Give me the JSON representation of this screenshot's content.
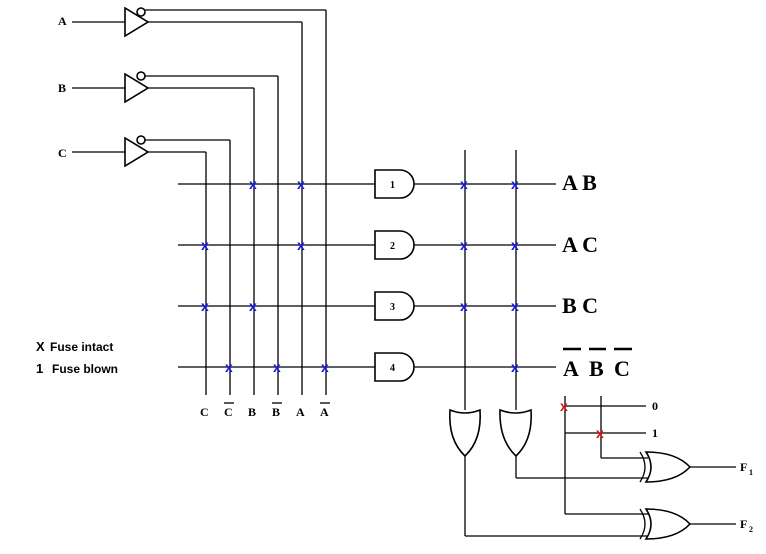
{
  "inputs": [
    "A",
    "B",
    "C"
  ],
  "column_labels": {
    "c": "C",
    "c_bar": "C",
    "b": "B",
    "b_bar": "B",
    "a": "A",
    "a_bar": "A"
  },
  "gates": [
    "1",
    "2",
    "3",
    "4"
  ],
  "products": {
    "p1": "A B",
    "p2": "A C",
    "p3": "B C",
    "p4_a": "A",
    "p4_b": "B",
    "p4_c": "C"
  },
  "legend": {
    "intact_symbol": "X",
    "intact_text": "Fuse intact",
    "blown_symbol": "1",
    "blown_text": "Fuse blown"
  },
  "constants": {
    "zero": "0",
    "one": "1"
  },
  "outputs": {
    "f1": "F",
    "f1_sub": "1",
    "f2": "F",
    "f2_sub": "2"
  },
  "colors": {
    "fuse_and": "#1515e0",
    "fuse_xor": "#d01010",
    "ink": "#000000"
  }
}
